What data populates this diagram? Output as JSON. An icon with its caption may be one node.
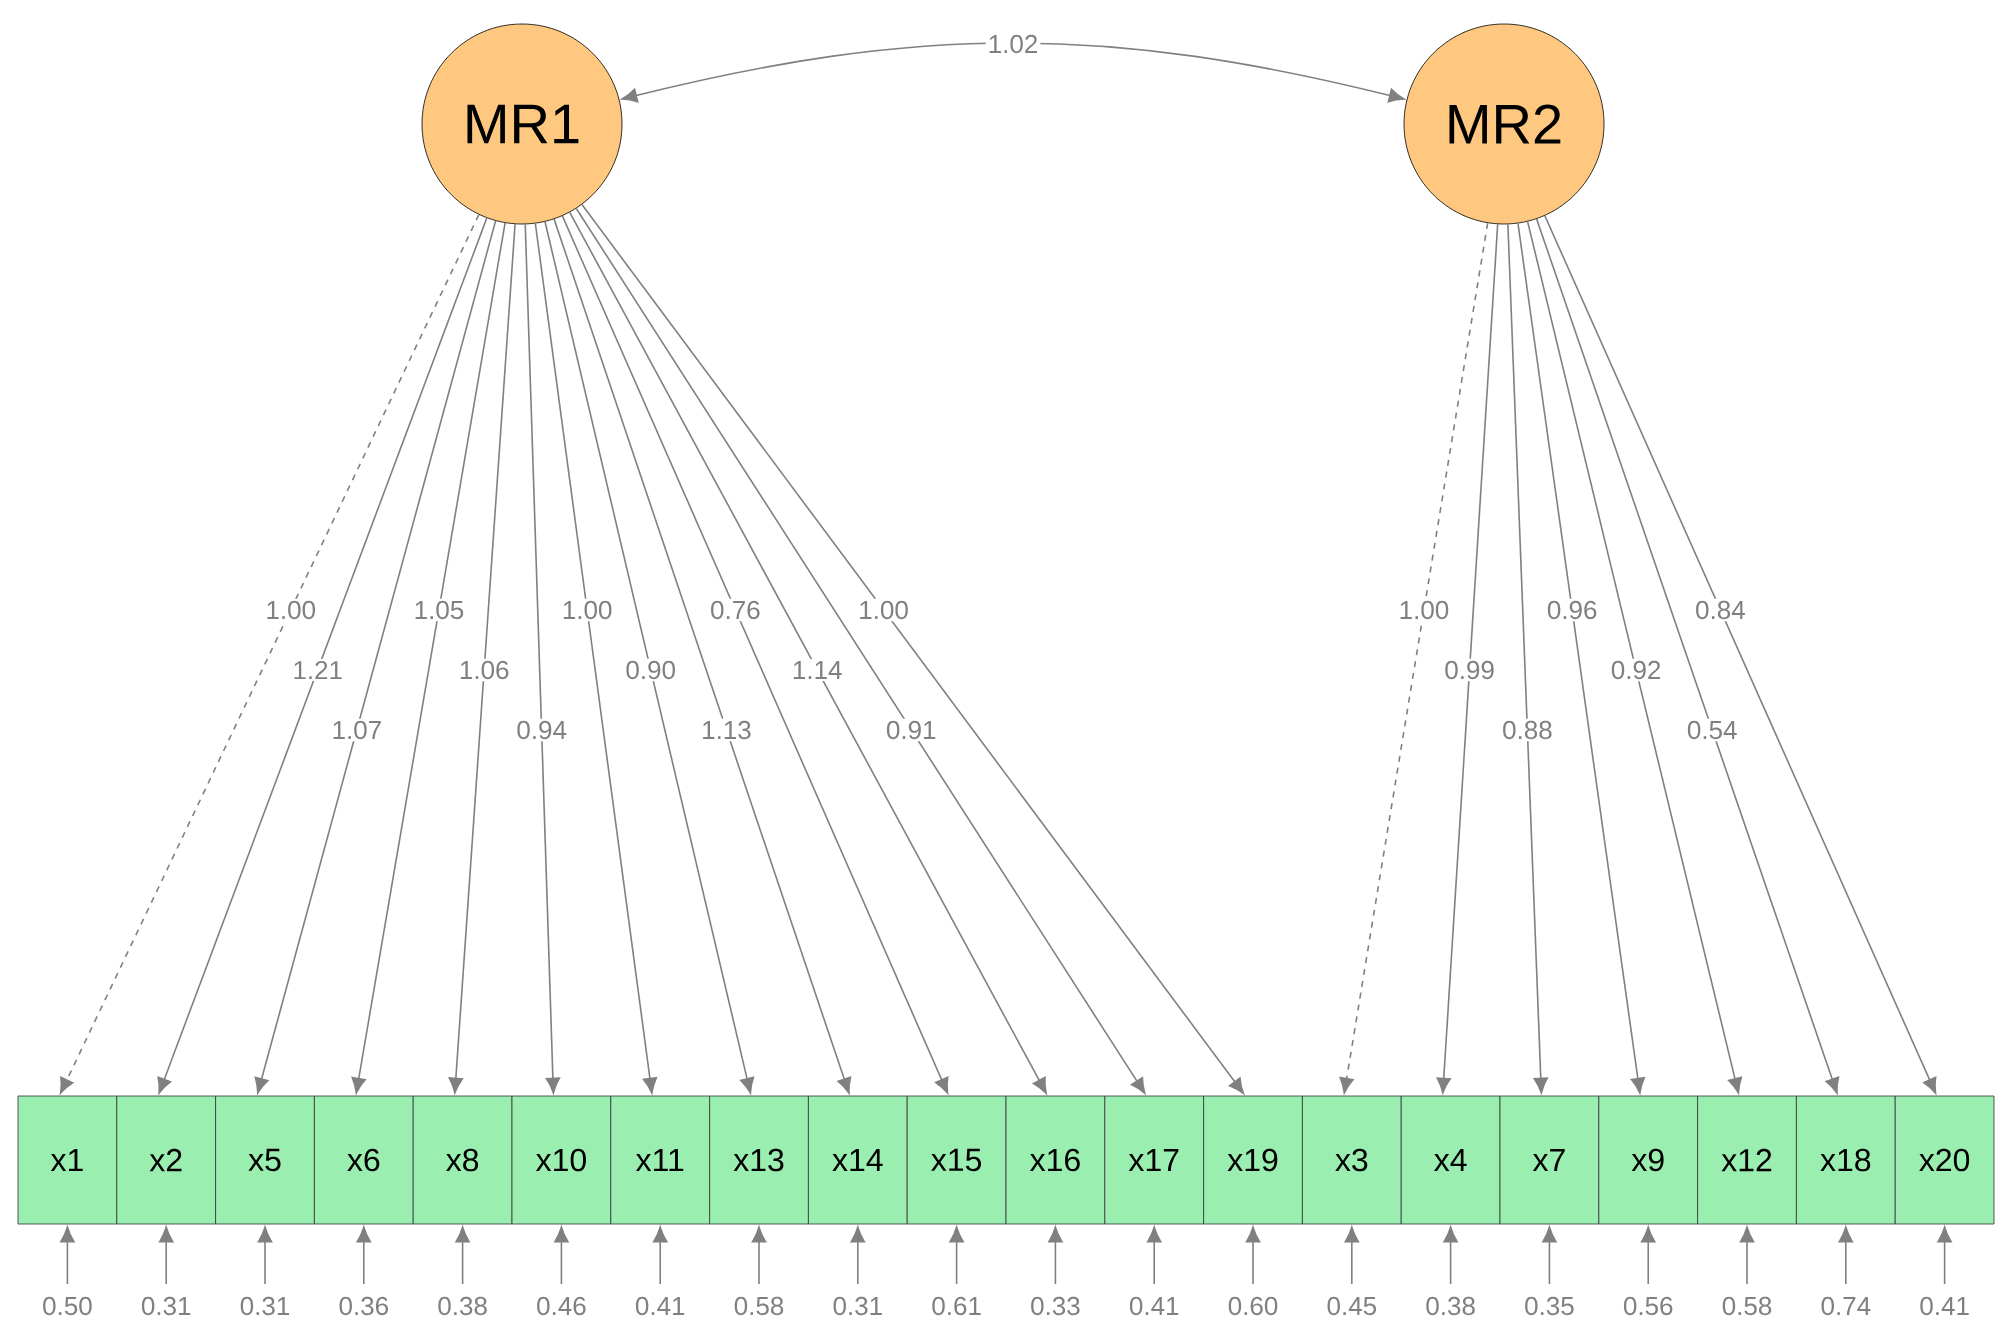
{
  "diagram": {
    "nodes": [
      {
        "text": [
          "MR1"
        ]
      },
      {
        "text": [
          "MR2"
        ]
      },
      {
        "text": [
          "x1"
        ]
      },
      {
        "text": [
          "x2"
        ]
      },
      {
        "text": [
          "x5"
        ]
      },
      {
        "text": [
          "x6"
        ]
      },
      {
        "text": [
          "x8"
        ]
      },
      {
        "text": [
          "x10"
        ]
      },
      {
        "text": [
          "x11"
        ]
      },
      {
        "text": [
          "x13"
        ]
      },
      {
        "text": [
          "x14"
        ]
      },
      {
        "text": [
          "x15"
        ]
      },
      {
        "text": [
          "x16"
        ]
      },
      {
        "text": [
          "x17"
        ]
      },
      {
        "text": [
          "x19"
        ]
      },
      {
        "text": [
          "x3"
        ]
      },
      {
        "text": [
          "x4"
        ]
      },
      {
        "text": [
          "x7"
        ]
      },
      {
        "text": [
          "x9"
        ]
      },
      {
        "text": [
          "x12"
        ]
      },
      {
        "text": [
          "x18"
        ]
      },
      {
        "text": [
          "x20"
        ]
      }
    ],
    "edges": [
      {
        "from": 0,
        "to": 1,
        "arrow": "both",
        "label": "1.02"
      },
      {
        "from": 0,
        "to": 2,
        "arrow": "to",
        "label": "1.00",
        "style": "dashed"
      },
      {
        "from": 0,
        "to": 3,
        "arrow": "to",
        "label": "1.21"
      },
      {
        "from": 0,
        "to": 4,
        "arrow": "to",
        "label": "1.07"
      },
      {
        "from": 0,
        "to": 5,
        "arrow": "to",
        "label": "1.05"
      },
      {
        "from": 0,
        "to": 6,
        "arrow": "to",
        "label": "1.06"
      },
      {
        "from": 0,
        "to": 7,
        "arrow": "to",
        "label": "0.94"
      },
      {
        "from": 0,
        "to": 8,
        "arrow": "to",
        "label": "1.00"
      },
      {
        "from": 0,
        "to": 9,
        "arrow": "to",
        "label": "0.90"
      },
      {
        "from": 0,
        "to": 10,
        "arrow": "to",
        "label": "1.13"
      },
      {
        "from": 0,
        "to": 11,
        "arrow": "to",
        "label": "0.76"
      },
      {
        "from": 0,
        "to": 12,
        "arrow": "to",
        "label": "1.14"
      },
      {
        "from": 0,
        "to": 13,
        "arrow": "to",
        "label": "0.91"
      },
      {
        "from": 0,
        "to": 14,
        "arrow": "to",
        "label": "1.00"
      },
      {
        "from": 1,
        "to": 15,
        "arrow": "to",
        "label": "1.00",
        "style": "dashed"
      },
      {
        "from": 1,
        "to": 16,
        "arrow": "to",
        "label": "0.99"
      },
      {
        "from": 1,
        "to": 17,
        "arrow": "to",
        "label": "0.88"
      },
      {
        "from": 1,
        "to": 18,
        "arrow": "to",
        "label": "0.96"
      },
      {
        "from": 1,
        "to": 19,
        "arrow": "to",
        "label": "0.92"
      },
      {
        "from": 1,
        "to": 20,
        "arrow": "to",
        "label": "0.54"
      },
      {
        "from": 1,
        "to": 21,
        "arrow": "to",
        "label": "0.84"
      },
      {
        "from": null,
        "to": 2,
        "arrow": "to",
        "label": "0.50"
      },
      {
        "from": null,
        "to": 3,
        "arrow": "to",
        "label": "0.31"
      },
      {
        "from": null,
        "to": 4,
        "arrow": "to",
        "label": "0.31"
      },
      {
        "from": null,
        "to": 5,
        "arrow": "to",
        "label": "0.36"
      },
      {
        "from": null,
        "to": 6,
        "arrow": "to",
        "label": "0.38"
      },
      {
        "from": null,
        "to": 7,
        "arrow": "to",
        "label": "0.46"
      },
      {
        "from": null,
        "to": 8,
        "arrow": "to",
        "label": "0.41"
      },
      {
        "from": null,
        "to": 9,
        "arrow": "to",
        "label": "0.58"
      },
      {
        "from": null,
        "to": 10,
        "arrow": "to",
        "label": "0.31"
      },
      {
        "from": null,
        "to": 11,
        "arrow": "to",
        "label": "0.61"
      },
      {
        "from": null,
        "to": 12,
        "arrow": "to",
        "label": "0.33"
      },
      {
        "from": null,
        "to": 13,
        "arrow": "to",
        "label": "0.41"
      },
      {
        "from": null,
        "to": 14,
        "arrow": "to",
        "label": "0.60"
      },
      {
        "from": null,
        "to": 15,
        "arrow": "to",
        "label": "0.45"
      },
      {
        "from": null,
        "to": 16,
        "arrow": "to",
        "label": "0.38"
      },
      {
        "from": null,
        "to": 17,
        "arrow": "to",
        "label": "0.35"
      },
      {
        "from": null,
        "to": 18,
        "arrow": "to",
        "label": "0.56"
      },
      {
        "from": null,
        "to": 19,
        "arrow": "to",
        "label": "0.58"
      },
      {
        "from": null,
        "to": 20,
        "arrow": "to",
        "label": "0.74"
      },
      {
        "from": null,
        "to": 21,
        "arrow": "to",
        "label": "0.41"
      }
    ]
  }
}
